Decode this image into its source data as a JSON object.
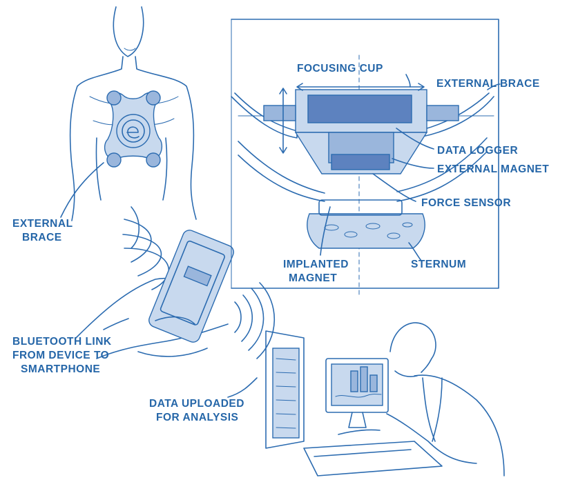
{
  "labels": {
    "focusing_cup": "FOCUSING CUP",
    "external_brace_top": "EXTERNAL BRACE",
    "data_logger": "DATA LOGGER",
    "external_magnet": "EXTERNAL MAGNET",
    "force_sensor": "FORCE SENSOR",
    "sternum": "STERNUM",
    "implanted_magnet_1": "IMPLANTED",
    "implanted_magnet_2": "MAGNET",
    "external_brace_left_1": "EXTERNAL",
    "external_brace_left_2": "BRACE",
    "bluetooth_1": "BLUETOOTH LINK",
    "bluetooth_2": "FROM DEVICE TO",
    "bluetooth_3": "SMARTPHONE",
    "data_uploaded_1": "DATA UPLOADED",
    "data_uploaded_2": "FOR ANALYSIS"
  },
  "colors": {
    "ink": "#2b6bb0",
    "label": "#2566a8",
    "paper": "#ffffff"
  }
}
